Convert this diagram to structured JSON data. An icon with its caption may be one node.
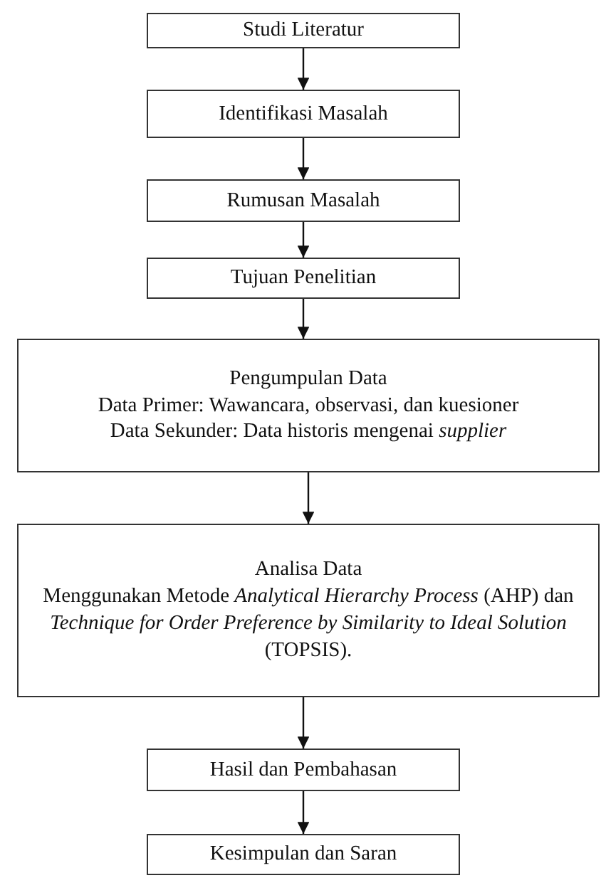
{
  "diagram": {
    "nodes": [
      {
        "text": [
          "Studi Literatur"
        ]
      },
      {
        "text": [
          "Identifikasi Masalah"
        ]
      },
      {
        "text": [
          "Rumusan Masalah"
        ]
      },
      {
        "text": [
          "Tujuan Penelitian"
        ]
      },
      {
        "text": [
          "Pengumpulan Data",
          "Data Primer: Wawancara, observasi, dan kuesioner",
          "Data Sekunder: Data historis mengenai *supplier*"
        ]
      },
      {
        "text": [
          "Analisa Data",
          "Menggunakan Metode *Analytical Hierarchy Process* (AHP) dan *Technique for Order Preference by Similarity to Ideal Solution* (TOPSIS)."
        ]
      },
      {
        "text": [
          "Hasil dan Pembahasan"
        ]
      },
      {
        "text": [
          "Kesimpulan dan Saran"
        ]
      }
    ],
    "edges": [
      {
        "from": 0,
        "to": 1,
        "arrow": "to"
      },
      {
        "from": 1,
        "to": 2,
        "arrow": "to"
      },
      {
        "from": 2,
        "to": 3,
        "arrow": "to"
      },
      {
        "from": 3,
        "to": 4,
        "arrow": "to"
      },
      {
        "from": 4,
        "to": 5,
        "arrow": "to"
      },
      {
        "from": 5,
        "to": 6,
        "arrow": "to"
      },
      {
        "from": 6,
        "to": 7,
        "arrow": "to"
      }
    ]
  }
}
